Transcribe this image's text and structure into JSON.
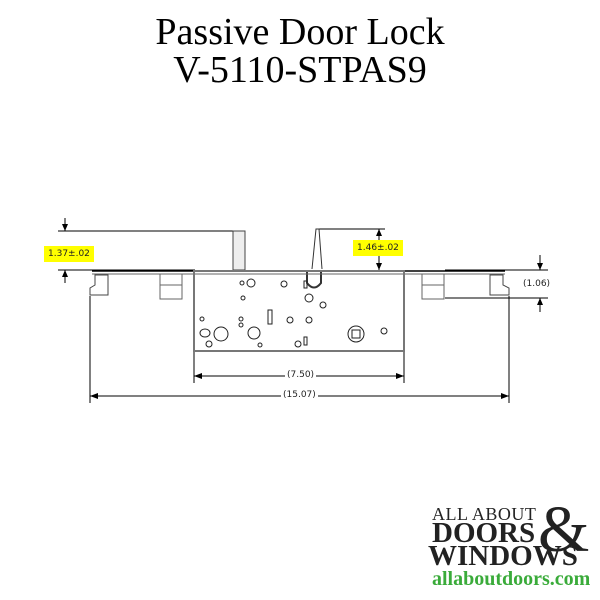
{
  "title": {
    "line1": "Passive Door Lock",
    "line2": "V-5110-STPAS9"
  },
  "dimensions": {
    "left_rod": "1.37±.02",
    "right_rod": "1.46±.02",
    "side_height": "(1.06)",
    "case_width": "(7.50)",
    "overall_width": "(15.07)"
  },
  "colors": {
    "highlight": "#ffff00",
    "logo_dark": "#222222",
    "logo_green": "#3aab3a"
  },
  "logo": {
    "line1": "ALL ABOUT",
    "line2": "DOORS",
    "ampersand": "&",
    "line3": "WINDOWS",
    "url": "allaboutdoors.com"
  }
}
